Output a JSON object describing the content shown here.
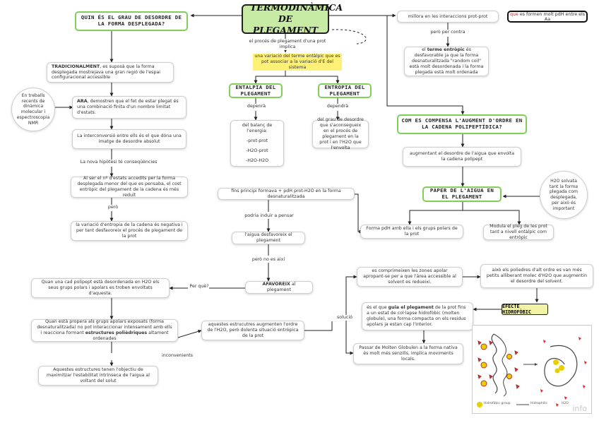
{
  "title": "TERMODINÀMICA DE PLEGAMENT",
  "intro": {
    "line1": "el procés de plegament d'una prot implica",
    "line2": "una variació del terme entàlpic que es pot associar a la variació d'E del sistema"
  },
  "question_left": "QUIN ÉS EL GRAU DE DESORDRE DE LA FORMA DESPLEGADA?",
  "tradicional": {
    "bold": "TRADICIONALMENT",
    "rest": ", es suposà que la forma desplegada mostrejava una gran regió de l'espai configuracional accessible"
  },
  "ara": {
    "bold": "ARA",
    "rest": ", demostren que el fet de estar plegat és una combinació finita d'un nombre limitat d'estats."
  },
  "circle_left": "En treballs recents de dinàmica molecular i espectroscopia NMR",
  "interconversio": "La interconversió entre ells és el que dóna una imatge de desordre absolut",
  "nova_hipotesi": "La nova hipòtesi té conseqüències",
  "n_estats": "Al ser el nº d'estats accedits per la forma desplegada menor del que es pensaba, el cost entròpic del plegament de la cadena és més reduït",
  "pero": "però",
  "variacio_entropia": "la variació d'entropia de la cadena és negativa i per tant desfavoreix el procés de plegament de la prot",
  "entalpia_hdr": "ENTALPIA DEL PLEGAMENT",
  "entropia_hdr": "ENTROPIA DEL PLEGAMENT",
  "depen1": "depenrà",
  "depen2": "dependrà",
  "balanc": {
    "head": "del balanç de l'energia:",
    "items": [
      "-prot-prot",
      "-H2O-prot",
      "-H2O-H2O"
    ]
  },
  "grau_desordre": "del grau de desordre que s'aconsegueix en el procés de plegament en la prot i en l'H2O que l'envolta",
  "millora": "millora en les interaccions prot-prot",
  "pdh": {
    "prefix": "que",
    "rest": "es formen molt pdH entre els Aa"
  },
  "pero_contra": "però per contra",
  "terme_entropic": {
    "pre": "el ",
    "bold": "terme entròpic",
    "rest": " és desfavorable ja que la forma desnaturalitzada \"random coil\" està molt desordenada i la forma plegada està molt ordenada"
  },
  "compensa": "COM ES COMPENSA L'AUGMENT D'ORDRE EN LA CADENA POLIPEPTÍDICA?",
  "augmentant": "augmentant el desordre de l'aigua que envolta la cadena polipept",
  "circle_right": "H2O solvata tant la forma plegada com desplegada, per això és important",
  "paper_aigua": "PAPER DE L'AIGUA EN EL PLEGAMENT",
  "forma_pdh": "Forma pdH amb ella i els grups polars de la prot",
  "modula": "Modula el pleg de les prot tant a nivell entàlpic com entròpic",
  "fins_principi": "fins principi formava + pdH prot-H2O en la forma desnaturalitzada",
  "podria": "podria induir a pensar",
  "aigua_desfavoreix": "l'aigua desfavoreix el plegament",
  "pero_no": "però no es així",
  "afavoreix": {
    "bold": "AFAVOREIX",
    "rest": " al plegament"
  },
  "perque": "Per què?",
  "cadena_polipept": "Quan una cad polipept està desordenada en H2O els seus grups polars i apolars es troben envoltats d'aquesta.",
  "grups_apolars": {
    "pre": "Quan està propera als grups apolars exposats (forma desnaturalitzada) no pot interaccionar intensament amb ells i reacciona formant ",
    "bold": "estructures polièdriques",
    "rest": " altament ordenades"
  },
  "inconvenients": "inconvenients",
  "estructures_objectiu": "Aquestes estructures tenen l'objectiu de maximitzar l'estabilitat intrínseca de l'aigua al voltant del solut",
  "estructures_augmenten": "aquestes estrucutres augmenten l'ordre de l'H2O, però dolenta situació entròpica de la prot",
  "solucio": "solució",
  "comprimeixen": "es comprimeixen les zones apolar apropant-se per a que l'àrea accessible al solvent es redueixi.",
  "poliedres": "això els poliedres d'alt ordre es van més petits alliberant molec d'H2O que augmentin el desordre del solvent.",
  "efecte": "EFECTE HIDROFÒBIC",
  "guia": {
    "pre": "és el que ",
    "bold": "guia el plegament",
    "rest": " de la prot fins a un estat de col·lapse hidrofòbic (molten globule), una forma compacta on els residus apolars ja estan cap l'interior."
  },
  "molten": "Passar de Molten Globulen a la forma nativa és molt més senzills, implica moviments locals.",
  "figure_legend": [
    "Hidrofòbic group",
    "Hidrophilic",
    "H2O"
  ],
  "watermark": "info"
}
